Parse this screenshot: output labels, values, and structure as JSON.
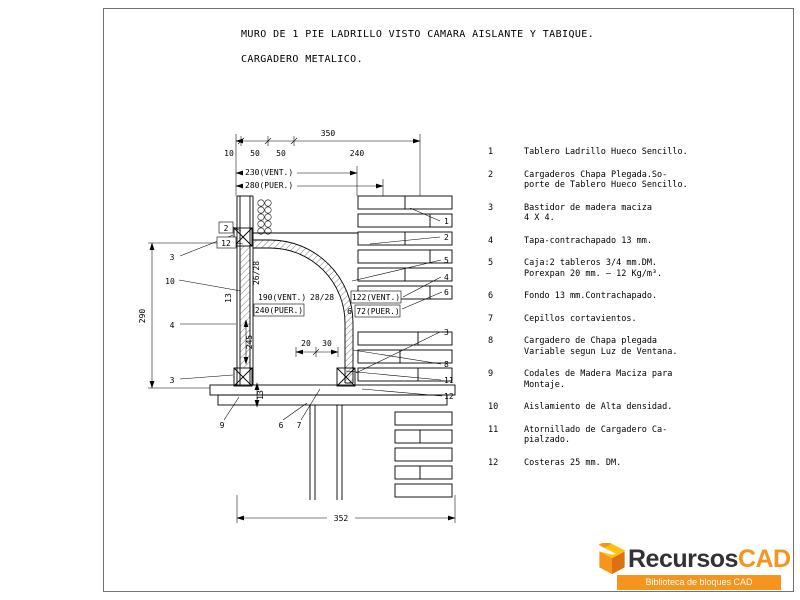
{
  "title": {
    "line1": "MURO DE 1 PIE LADRILLO VISTO CAMARA AISLANTE Y TABIQUE.",
    "line2": "CARGADERO METALICO."
  },
  "legend": {
    "items": [
      {
        "num": "1",
        "text": "Tablero Ladrillo Hueco Sencillo."
      },
      {
        "num": "2",
        "text": "Cargaderos Chapa Plegada.So-\nporte de Tablero Hueco Sencillo."
      },
      {
        "num": "3",
        "text": "Bastidor de madera maciza\n4 X 4."
      },
      {
        "num": "4",
        "text": "Tapa-contrachapado 13 mm."
      },
      {
        "num": "5",
        "text": "Caja:2 tableros 3/4 mm.DM.\nPorexpan 20 mm. — 12 Kg/m³."
      },
      {
        "num": "6",
        "text": "Fondo 13 mm.Contrachapado."
      },
      {
        "num": "7",
        "text": "Cepillos cortavientos."
      },
      {
        "num": "8",
        "text": "Cargadero de Chapa plegada\nVariable segun Luz de Ventana."
      },
      {
        "num": "9",
        "text": "Codales de Madera Maciza para\nMontaje."
      },
      {
        "num": "10",
        "text": "Aislamiento de Alta densidad."
      },
      {
        "num": "11",
        "text": "Atornillado de Cargadero Ca-\npialzado."
      },
      {
        "num": "12",
        "text": "Costeras 25 mm. DM."
      }
    ]
  },
  "dims": {
    "top_total": "350",
    "seg_10": "10",
    "seg_50a": "50",
    "seg_50b": "50",
    "seg_240": "240",
    "vent_top": "230(VENT.)",
    "puer_top": "280(PUER.)",
    "height_left": "290",
    "caja_26_28": "26/28",
    "vent_inner": "190(VENT.)",
    "caja_28_28": "28/28",
    "puer_inner": "240(PUER.)",
    "d245": "245",
    "vent_right": "122(VENT.)",
    "puer_right": "72(PUER.)",
    "d20": "20",
    "d30": "30",
    "d13_wall": "13",
    "d13_slab": "13",
    "bottom_total": "352"
  },
  "callouts": {
    "right_top": [
      "1",
      "2",
      "5",
      "4",
      "6"
    ],
    "right_bottom": [
      "3",
      "8",
      "11",
      "12"
    ],
    "left_side": [
      "3",
      "10",
      "4",
      "3"
    ],
    "left_boxed": [
      "2",
      "12"
    ],
    "bottom": [
      "9",
      "6",
      "7"
    ],
    "fondo": "6"
  },
  "logo": {
    "brand_dark": "Recursos",
    "brand_accent": "CAD",
    "tagline": "Biblioteca de bloques CAD"
  },
  "colors": {
    "line": "#000000",
    "accent_orange": "#F7941E",
    "accent_yellow": "#FFC20E",
    "brand_dark_text": "#323232"
  }
}
